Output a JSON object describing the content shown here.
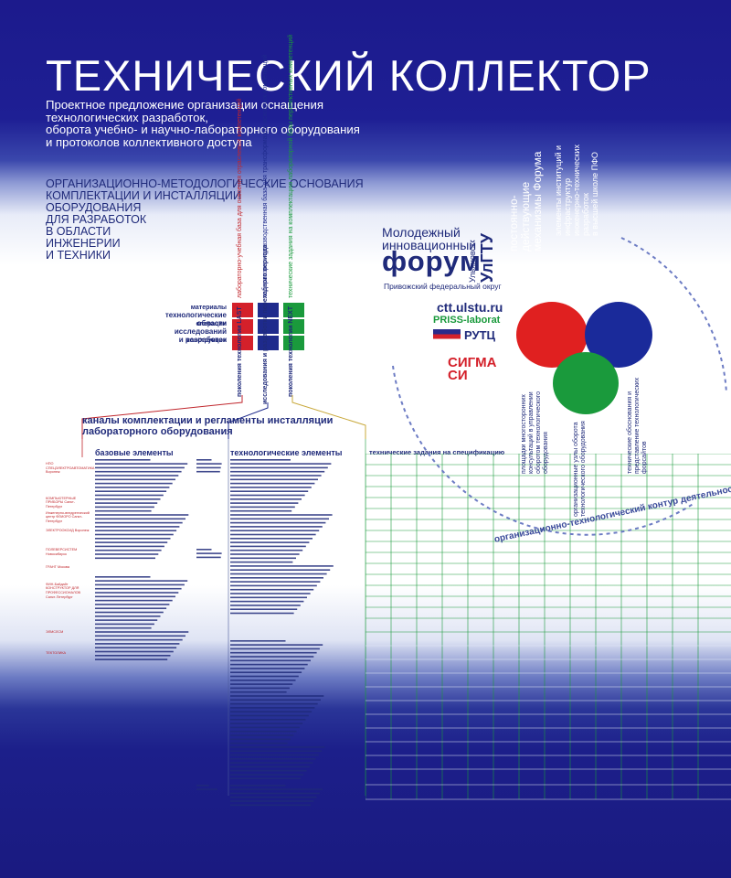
{
  "title": "ТЕХНИЧЕСКИЙ КОЛЛЕКТОР",
  "subtitle": [
    "Проектное предложение организации оснащения",
    "технологических разработок,",
    "оборота учебно- и научно-лабораторного оборудования",
    "и протоколов коллективного доступа"
  ],
  "org_heading": [
    "ОРГАНИЗАЦИОННО-МЕТОДОЛОГИЧЕСКИЕ ОСНОВАНИЯ",
    "КОМПЛЕКТАЦИИ И ИНСТАЛЛЯЦИИ",
    "ОБОРУДОВАНИЯ",
    "ДЛЯ РАЗРАБОТОК",
    "В ОБЛАСТИ",
    "ИНЖЕНЕРИИ",
    "И ТЕХНИКИ"
  ],
  "matrix": {
    "axis_title": [
      "технологические",
      "области",
      "исследований",
      "и разработок"
    ],
    "rows": [
      "материалы",
      "операции",
      "конструкции"
    ],
    "column_tops": [
      "лабораторно-учебная база для освоения отраслевых компетенций",
      "лабораторно-производственная база для трансформации исходных компетенций",
      "технические задания на комплектацию лабораторной базы перспективных компетенций"
    ],
    "column_bottoms": [
      "поколения технологии LAST",
      "исследования и разработки переходного периода",
      "поколения технологии NEXT"
    ],
    "colors": {
      "red": "#d4202a",
      "blue": "#1e2a8c",
      "green": "#1a9a3c"
    }
  },
  "channels_title": [
    "каналы комплектации и регламенты инсталляции",
    "лабораторного оборудования"
  ],
  "col_headers": {
    "base": "базовые элементы",
    "tech": "технологические элементы",
    "spec": "технические задания на спецификацию"
  },
  "left_list_companies": [
    "НПО СПЕЦЭЛЕКТРОАВТОМАТИКА Воронеж",
    "КОМПЬЮТЕРНЫЕ ПРИБОРЫ Санкт-Петербург",
    "Инженерно-внедренческий центр ФЛИОРО Санкт-Петербург",
    "ЭЛЕКТРООКСИД Воронеж",
    "ПОЛЕВЕРСИСТЕМ Новосибирск",
    "ГРАНТ Москва",
    "ФИН-Байдайт КОНСТРУКТОР ДЛЯ ПРОФЕССИОНАЛОВ Санкт-Петербург",
    "ЭЛМСЛСМ",
    "ТЕКТОЛИКА"
  ],
  "forum": {
    "small": [
      "Молодежный",
      "инновационный"
    ],
    "big": "форум",
    "city": "Ульяновск",
    "org": "УлГТУ",
    "region": "Привожский федеральный округ",
    "site": "ctt.ulstu.ru",
    "priss": "PRISS-laborat",
    "rutc": "РУТЦ",
    "sigma": "СИГМА СИ",
    "vertical_main": [
      "постоянно-",
      "действующие",
      "механизмы Форума"
    ],
    "vertical_sub": [
      "элементы институций и",
      "инфраструктур",
      "инженерно-технических",
      "разработок",
      "в высшей школе ПФО"
    ],
    "circle_labels": [
      "площадки многосторонних консультаций в управлении оборотом технологического оборудования",
      "организационные узлы оборота технологического оборудования",
      "технические обоснования и представление технологических форсайтов"
    ],
    "contour": "организационно-технологический контур деятельности Форума"
  }
}
